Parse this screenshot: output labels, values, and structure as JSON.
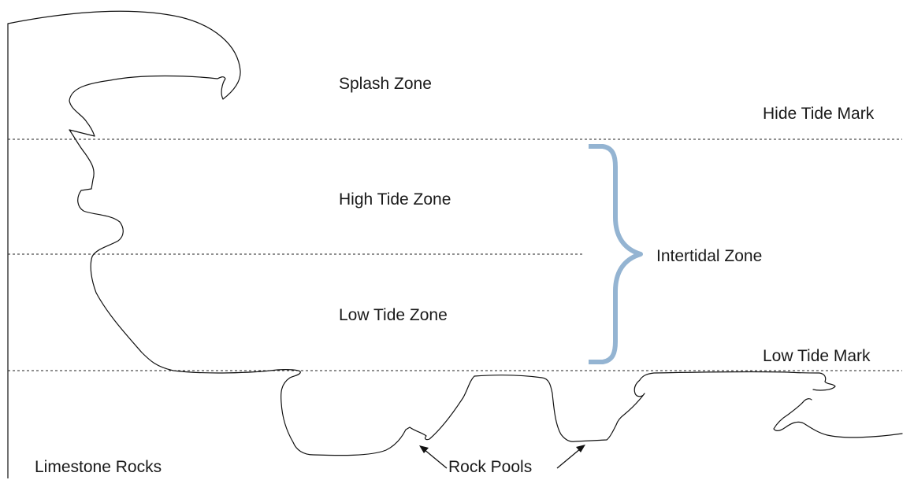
{
  "labels": {
    "splash_zone": "Splash Zone",
    "high_tide_mark": "Hide Tide Mark",
    "high_tide_zone": "High Tide Zone",
    "intertidal_zone": "Intertidal Zone",
    "low_tide_zone": "Low Tide Zone",
    "low_tide_mark": "Low Tide Mark",
    "limestone_rocks": "Limestone Rocks",
    "rock_pools": "Rock Pools"
  },
  "colors": {
    "brace": "#94b4d2"
  }
}
